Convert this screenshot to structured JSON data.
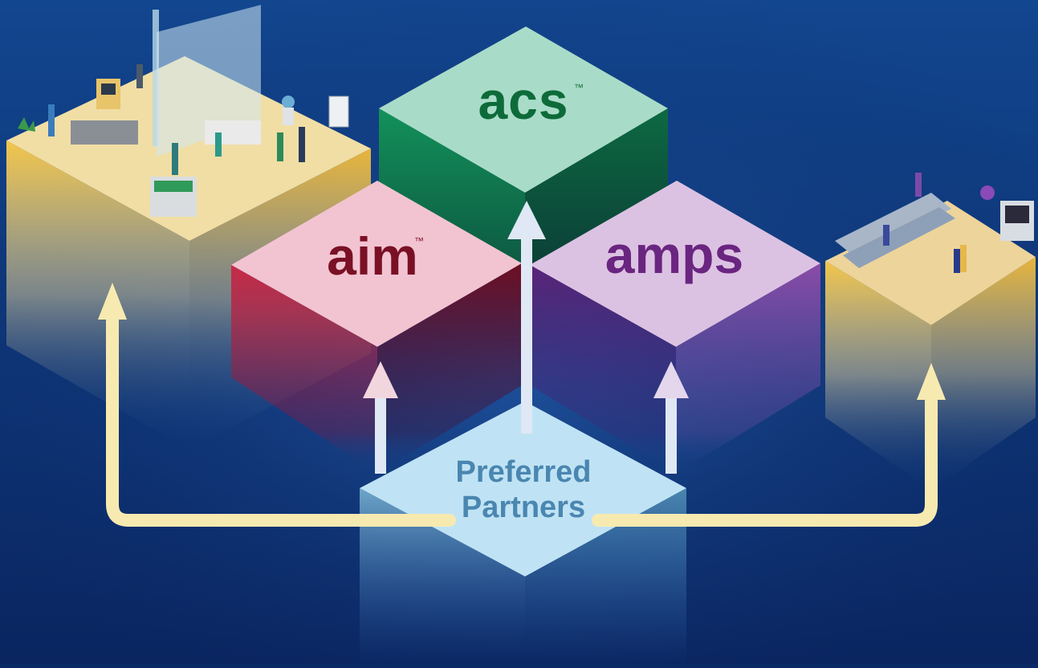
{
  "colors": {
    "background_top": "#12468f",
    "background_bottom": "#0a2560",
    "acs": "#0f7a4a",
    "aim": "#8a1530",
    "amps": "#6a2d86",
    "partners": "#4a86b0",
    "arrow": "#f7eab0"
  },
  "blocks": {
    "acs": {
      "label": "acs",
      "tm": "™"
    },
    "aim": {
      "label": "aim",
      "tm": "™"
    },
    "amps": {
      "label": "amps"
    },
    "partners": {
      "line1": "Preferred",
      "line2": "Partners"
    }
  },
  "scenes": {
    "left": {
      "icon": "office-scene-icon"
    },
    "right": {
      "icon": "basketball-arena-scene-icon"
    }
  }
}
